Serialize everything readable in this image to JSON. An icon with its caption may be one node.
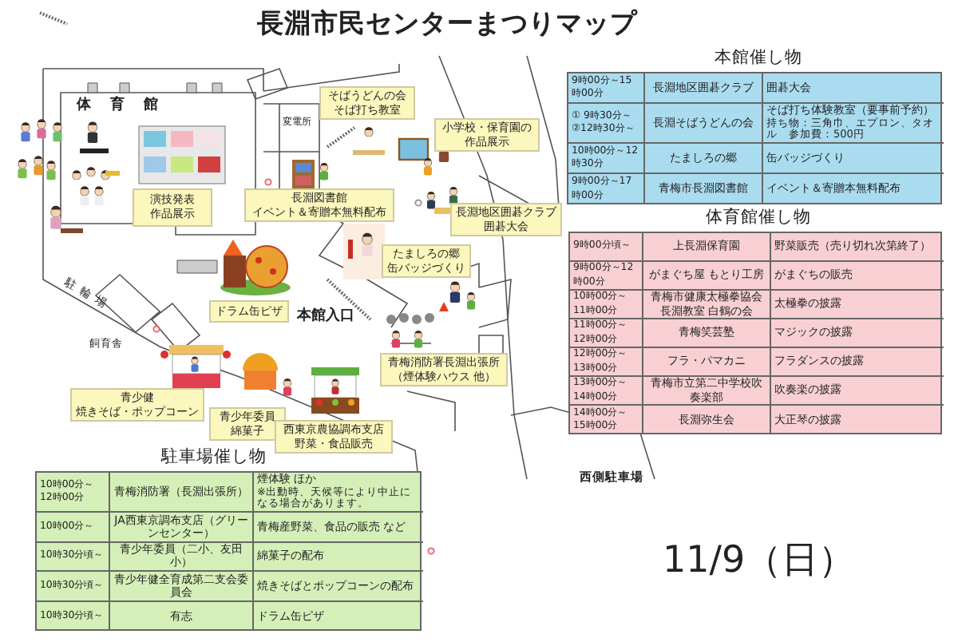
{
  "diagram": {
    "title": "長淵市民センターまつりマップ",
    "nodes": [
      {
        "text": [
          "そばうどんの会",
          "そば打ち教室"
        ]
      },
      {
        "text": [
          "小学校・保育園の作品展示"
        ]
      },
      {
        "text": [
          "演技発表",
          "作品展示"
        ]
      },
      {
        "text": [
          "長淵図書館",
          "イベント＆寄贈本無料配布"
        ]
      },
      {
        "text": [
          "長淵地区囲碁クラブ",
          "囲碁大会"
        ]
      },
      {
        "text": [
          "たましろの郷",
          "缶バッジづくり"
        ]
      },
      {
        "text": [
          "ドラム缶ピザ"
        ]
      },
      {
        "text": [
          "青梅消防署長淵出張所",
          "（煙体験ハウス 他）"
        ]
      },
      {
        "text": [
          "青少健",
          "焼きそば・ポップコーン"
        ]
      },
      {
        "text": [
          "青少年委員",
          "綿菓子"
        ]
      },
      {
        "text": [
          "西東京農協調布支店",
          "野菜・食品販売"
        ]
      }
    ],
    "labels": [
      "本館催し物",
      "9時00分～15時00分",
      "長淵地区囲碁クラブ",
      "囲碁大会",
      "① 9時30分～②12時30分～",
      "長淵そばうどんの会",
      "そば打ち体験教室（要事前予約）",
      "持ち物：三角巾、エプロン、タオル　参加費：500円",
      "10時00分～12時30分",
      "たましろの郷",
      "缶バッジづくり",
      "9時00分～17時00分",
      "青梅市長淵図書館",
      "イベント＆寄贈本無料配布",
      "体育館催し物",
      "9時00分頃～",
      "上長淵保育園",
      "野菜販売（売り切れ次第終了）",
      "9時00分～12時00分",
      "がまぐち屋 もとり工房",
      "がまぐちの販売",
      "10時00分～11時00分",
      "青梅市健康太極拳協会長淵教室 白鶴の会",
      "太極拳の披露",
      "11時00分～12時00分",
      "青梅笑芸塾",
      "マジックの披露",
      "12時00分～13時00分",
      "フラ・パマカニ",
      "フラダンスの披露",
      "13時00分～14時00分",
      "青梅市立第二中学校吹奏楽部",
      "吹奏楽の披露",
      "14時00分～15時00分",
      "長淵弥生会",
      "大正琴の披露",
      "駐車場催し物",
      "10時00分～12時00分",
      "青梅消防署（長淵出張所）",
      "煙体験 ほか",
      "※出動時、天候等により中止になる場合があります。",
      "10時00分～",
      "JA西東京調布支店（グリーンセンター）",
      "青梅産野菜、食品の販売 など",
      "10時30分頃～",
      "青少年委員（二小、友田小）",
      "綿菓子の配布",
      "10時30分頃～",
      "青少年健全育成第二支会委員会",
      "焼きそばとポップコーンの配布",
      "10時30分頃～",
      "有志",
      "ドラム缶ピザ",
      "体育館",
      "変電所",
      "駐輪場",
      "飼育舎",
      "本館入口",
      "西側駐車場",
      "11/9（日）"
    ]
  }
}
